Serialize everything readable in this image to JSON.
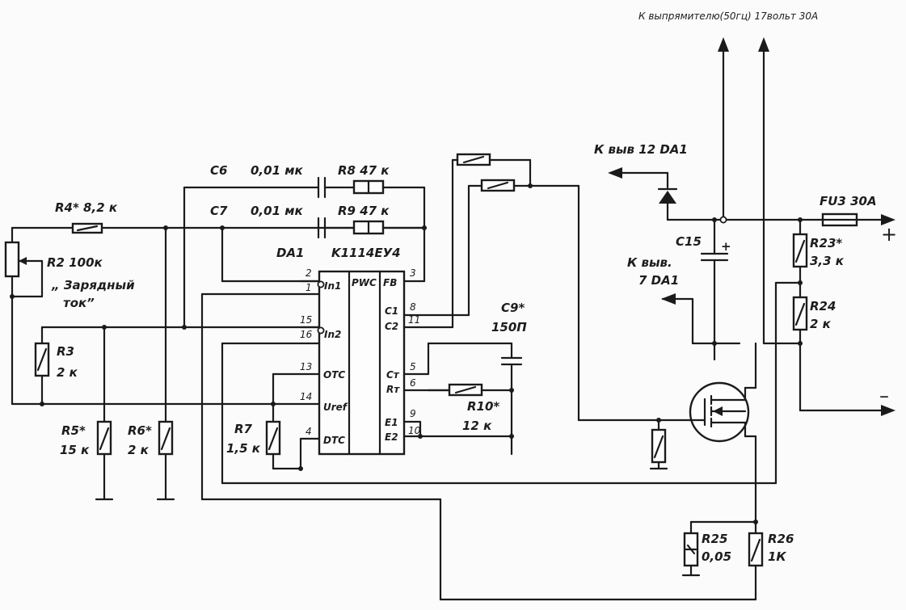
{
  "header": "К выпрямителю(50гц) 17вольт 30А",
  "components": {
    "r4": "R4* 8,2 к",
    "r2": "R2 100к",
    "r2_note_1": "„ Зарядный",
    "r2_note_2": "ток”",
    "r3_ref": "R3",
    "r3_val": "2 к",
    "r5_ref": "R5*",
    "r5_val": "15 к",
    "r6_ref": "R6*",
    "r6_val": "2 к",
    "r7_ref": "R7",
    "r7_val": "1,5 к",
    "c6_ref": "C6",
    "c6_val": "0,01 мк",
    "c7_ref": "C7",
    "c7_val": "0,01 мк",
    "r8": "R8 47 к",
    "r9": "R9 47 к",
    "da1_ref": "DA1",
    "da1_part": "K1114EУ4",
    "c9_ref": "C9*",
    "c9_val": "150П",
    "r10_ref": "R10*",
    "r10_val": "12 к",
    "da1_pin12_note": "К выв 12 DA1",
    "c15_ref": "C15",
    "c15_note_1": "К выв.",
    "c15_note_2": "7 DA1",
    "fu3": "FU3 30A",
    "r23_ref": "R23*",
    "r23_val": "3,3 к",
    "r24_ref": "R24",
    "r24_val": "2 к",
    "r25_ref": "R25",
    "r25_val": "0,05",
    "r26_ref": "R26",
    "r26_val": "1К"
  },
  "terminals": {
    "plus": "+",
    "minus": "–"
  },
  "ic_pins": {
    "left": [
      "2",
      "1",
      "15",
      "16",
      "13",
      "14",
      "4"
    ],
    "right": [
      "3",
      "8",
      "11",
      "5",
      "6",
      "9",
      "10"
    ]
  },
  "ic_signals": {
    "in1": "In1",
    "in2": "In2",
    "otc": "OTC",
    "uref": "Uref",
    "dtc": "DTC",
    "pwc": "PWC",
    "fb": "FB",
    "c1": "C1",
    "c2": "C2",
    "ct": "Cт",
    "rt": "Rт",
    "e1": "E1",
    "e2": "E2"
  }
}
